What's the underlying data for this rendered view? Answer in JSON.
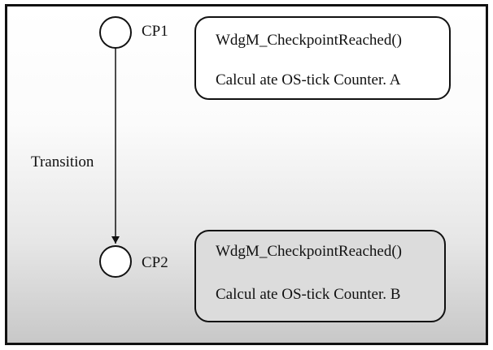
{
  "checkpoint_1": {
    "label": "CP1",
    "box": {
      "line1": "WdgM_CheckpointReached()",
      "line2": "Calcul ate OS-tick Counter. A"
    }
  },
  "checkpoint_2": {
    "label": "CP2",
    "box": {
      "line1": "WdgM_CheckpointReached()",
      "line2": "Calcul ate OS-tick Counter. B"
    }
  },
  "transition": {
    "label": "Transition"
  },
  "colors": {
    "stroke": "#111111",
    "box1_fill": "#ffffff",
    "box2_fill": "#dcdcdc"
  }
}
